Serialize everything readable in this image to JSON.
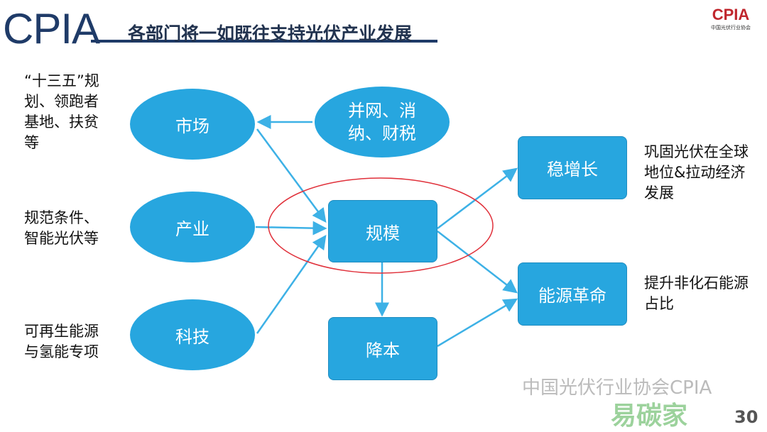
{
  "header": {
    "logo": "CPIA",
    "title": "各部门将一如既往支持光伏产业发展",
    "corner_logo": "CPIA",
    "corner_sub": "中国光伏行业协会"
  },
  "side_notes": {
    "market": "“十三五”规划、领跑者基地、扶贫等",
    "industry": "规范条件、智能光伏等",
    "tech": "可再生能源与氢能专项",
    "growth": "巩固光伏在全球地位&拉动经济发展",
    "energy": "提升非化石能源占比"
  },
  "nodes": {
    "market": "市场",
    "industry": "产业",
    "tech": "科技",
    "grid": "并网、消纳、财税",
    "scale": "规模",
    "cost": "降本",
    "growth": "稳增长",
    "energy": "能源革命"
  },
  "footer": {
    "watermark": "中国光伏行业协会CPIA",
    "site": "易碳家",
    "page": "30"
  },
  "colors": {
    "node": "#27a6df",
    "arrow": "#3db1e6",
    "highlight": "#e0303a"
  }
}
